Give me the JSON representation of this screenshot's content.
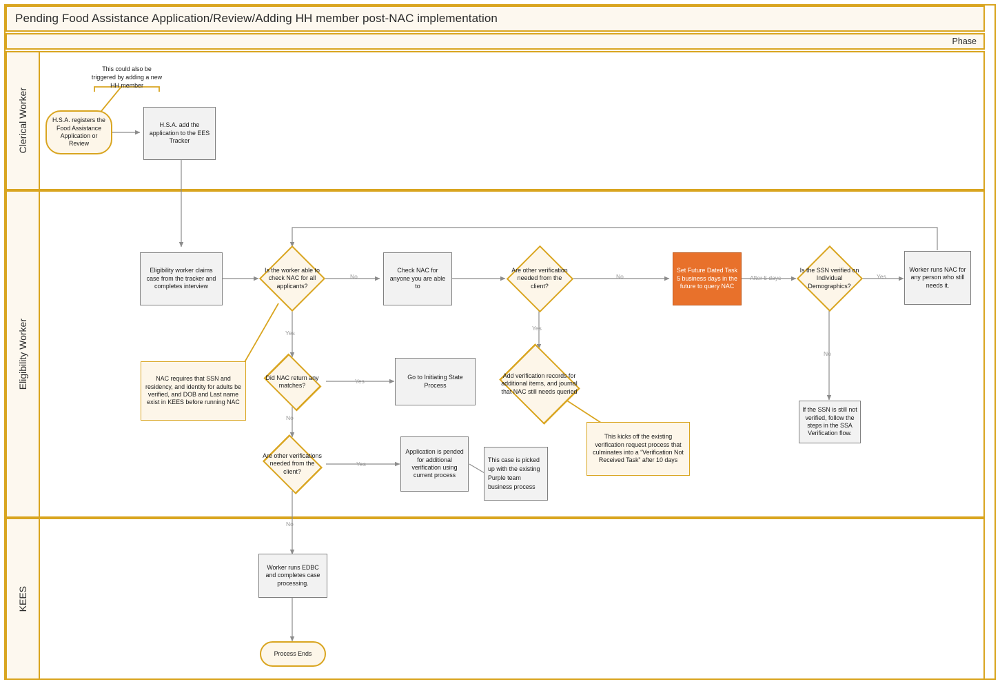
{
  "pool": {
    "title": "Pending Food Assistance Application/Review/Adding HH member post-NAC implementation",
    "phase_label": "Phase",
    "lanes": [
      {
        "id": "clerical",
        "label": "Clerical Worker"
      },
      {
        "id": "eligibility",
        "label": "Eligibility Worker"
      },
      {
        "id": "kees",
        "label": "KEES"
      }
    ]
  },
  "colors": {
    "lane_border": "#D9A520",
    "lane_header_fill": "#FDF8EF",
    "decision_fill": "#FDF6E9",
    "decision_border": "#D9A520",
    "process_fill": "#F2F2F2",
    "process_border": "#808080",
    "highlight_fill": "#E8712B",
    "highlight_text": "#FFFFFF",
    "connector": "#9a9a9a"
  },
  "nodes": {
    "note_trigger": "This could also be triggered by adding a new HH member",
    "start_register": "H.S.A. registers the Food Assistance Application or Review",
    "add_to_tracker": "H.S.A. add the application to the EES Tracker",
    "claims_case": "Eligibility worker claims case from the tracker and completes interview",
    "q_check_nac_all": "Is the worker able to check NAC for all applicants?",
    "check_nac_anyone": "Check NAC for anyone you are able to",
    "q_other_verification": "Are other verification needed from the client?",
    "set_future_task": "Set Future Dated Task 5 business days in the future to query NAC",
    "q_ssn_verified": "Is the SSN verified on Individual Demographics?",
    "worker_runs_nac": "Worker runs NAC for any person who still needs it.",
    "note_nac_requires": "NAC requires that SSN and residency, and identity for adults be verified,  and DOB and Last name exist in KEES before running NAC",
    "q_nac_matches": "Did NAC return any matches?",
    "goto_initiating": "Go to Initiating State Process",
    "add_verification_records": "Add verification records for additional items, and journal that NAC still needs queried",
    "note_kicks_off": "This kicks off the existing verification request process that culminates into a “Verification Not Received Task” after 10 days",
    "ssn_not_verified": "If the SSN is still not verified, follow the steps in the SSA Verification flow.",
    "q_other_verifications_client": "Are other verifications needed from the client?",
    "application_pended": "Application is pended for additional verification using current process",
    "note_purple_team": "This case is picked up with the existing Purple team business process",
    "worker_runs_edbc": "Worker runs EDBC and completes case processing.",
    "process_ends": "Process Ends"
  },
  "edge_labels": {
    "no_check_nac_all": "No",
    "yes_check_nac_all": "Yes",
    "no_other_verification": "No",
    "yes_other_verification": "Yes",
    "after_5_days": "After 5 days",
    "yes_ssn": "Yes",
    "no_ssn": "No",
    "yes_nac_matches": "Yes",
    "no_nac_matches": "No",
    "yes_other_verifications_client": "Yes",
    "no_other_verifications_client": "No"
  }
}
